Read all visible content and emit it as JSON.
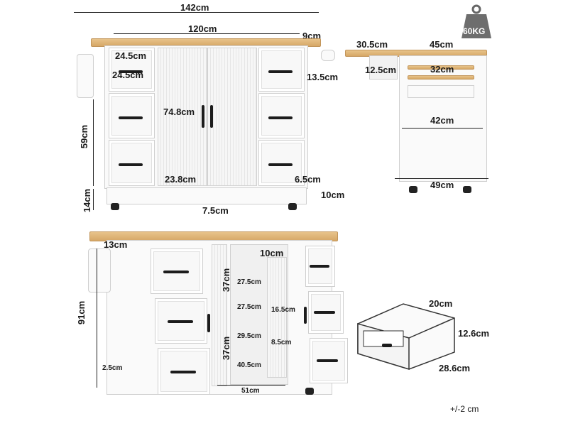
{
  "badge": {
    "weight_label": "60KG",
    "icon": "weight-icon"
  },
  "front": {
    "overall_width": "142cm",
    "top_width": "120cm",
    "overhang": "9cm",
    "drawer_w": "24.5cm",
    "drawer_h": "24.5cm",
    "door_h": "74.8cm",
    "side_gap": "13.5cm",
    "body_h": "59cm",
    "door_w": "23.8cm",
    "base_h": "6.5cm",
    "leg_h": "14cm",
    "wheel_h": "10cm",
    "foot_gap": "7.5cm"
  },
  "side": {
    "flap": "30.5cm",
    "depth": "45cm",
    "shelf_depth": "12.5cm",
    "inner_drawer": "32cm",
    "inner_depth": "42cm",
    "base_depth": "49cm"
  },
  "open": {
    "drawer_side": "13cm",
    "total_h": "91cm",
    "shelf_gap": "10cm",
    "upper_shelf_h": "37cm",
    "lower_shelf_h": "37cm",
    "inner_w_1": "27.5cm",
    "inner_w_2": "27.5cm",
    "inner_d_1": "16.5cm",
    "inner_w_3": "29.5cm",
    "inner_d_2": "8.5cm",
    "inner_w_4": "40.5cm",
    "bottom_w": "51cm",
    "base_gap": "2.5cm"
  },
  "drawer_detail": {
    "depth": "20cm",
    "height": "12.6cm",
    "width": "28.6cm"
  },
  "tolerance": "+/-2 cm"
}
